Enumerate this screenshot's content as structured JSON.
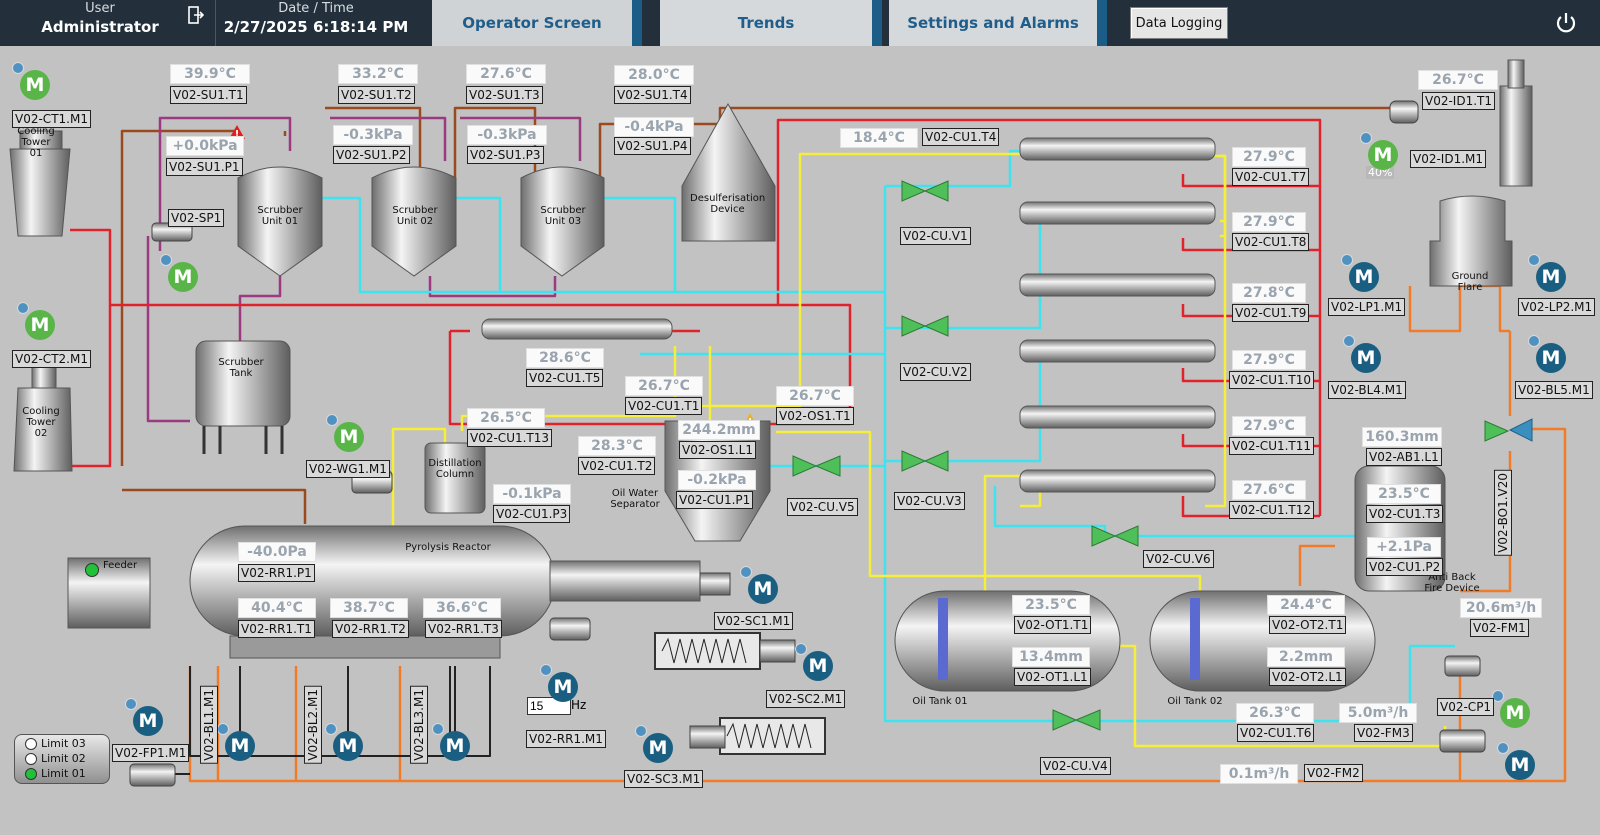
{
  "topbar": {
    "user_label": "User",
    "user_value": "Administrator",
    "dt_label": "Date / Time",
    "dt_value": "2/27/2025 6:18:14 PM",
    "tabs": [
      "Operator Screen",
      "Trends",
      "Settings and Alarms"
    ],
    "data_logging": "Data Logging"
  },
  "colors": {
    "water": "#3ee3f0",
    "gas": "#e0222a",
    "oil": "#f5ee3a",
    "flue": "#9a4a1e",
    "purple": "#9b3a80",
    "orange": "#f07c2a"
  },
  "equipment": {
    "cooling_tower_1": "Cooling Tower 01",
    "cooling_tower_2": "Cooling Tower 02",
    "scrubber_1": "Scrubber Unit 01",
    "scrubber_2": "Scrubber Unit 02",
    "scrubber_3": "Scrubber Unit 03",
    "desulf": "Desulferisation Device",
    "scrubber_tank": "Scrubber Tank",
    "distillation": "Distillation Column",
    "ows": "Oil Water Separator",
    "reactor": "Pyrolysis Reactor",
    "feeder": "Feeder",
    "ground_flare": "Ground Flare",
    "anti_back": "Anti Back Fire Device",
    "oil_tank_1": "Oil Tank 01",
    "oil_tank_2": "Oil Tank 02",
    "motor_letter": "M"
  },
  "limits": [
    "Limit 03",
    "Limit 02",
    "Limit 01"
  ],
  "id1_speed": "40%",
  "rr1_freq": "15",
  "hz_unit": "Hz",
  "readings": [
    {
      "tag": "V02-SU1.T1",
      "value": "39.9°C"
    },
    {
      "tag": "V02-SU1.T2",
      "value": "33.2°C"
    },
    {
      "tag": "V02-SU1.T3",
      "value": "27.6°C"
    },
    {
      "tag": "V02-SU1.T4",
      "value": "28.0°C"
    },
    {
      "tag": "V02-SU1.P1",
      "value": "+0.0kPa"
    },
    {
      "tag": "V02-SU1.P2",
      "value": "-0.3kPa"
    },
    {
      "tag": "V02-SU1.P3",
      "value": "-0.3kPa"
    },
    {
      "tag": "V02-SU1.P4",
      "value": "-0.4kPa"
    },
    {
      "tag": "V02-CU1.T4",
      "value": "18.4°C"
    },
    {
      "tag": "V02-ID1.T1",
      "value": "26.7°C"
    },
    {
      "tag": "V02-CU1.T7",
      "value": "27.9°C"
    },
    {
      "tag": "V02-CU1.T8",
      "value": "27.9°C"
    },
    {
      "tag": "V02-CU1.T9",
      "value": "27.8°C"
    },
    {
      "tag": "V02-CU1.T10",
      "value": "27.9°C"
    },
    {
      "tag": "V02-CU1.T11",
      "value": "27.9°C"
    },
    {
      "tag": "V02-CU1.T12",
      "value": "27.6°C"
    },
    {
      "tag": "V02-CU1.T5",
      "value": "28.6°C"
    },
    {
      "tag": "V02-CU1.T1",
      "value": "26.7°C"
    },
    {
      "tag": "V02-OS1.T1",
      "value": "26.7°C"
    },
    {
      "tag": "V02-CU1.T13",
      "value": "26.5°C"
    },
    {
      "tag": "V02-OS1.L1",
      "value": "244.2mm"
    },
    {
      "tag": "V02-CU1.T2",
      "value": "28.3°C"
    },
    {
      "tag": "V02-CU1.P1",
      "value": "-0.2kPa"
    },
    {
      "tag": "V02-CU1.P3",
      "value": "-0.1kPa"
    },
    {
      "tag": "V02-RR1.P1",
      "value": "-40.0Pa"
    },
    {
      "tag": "V02-RR1.T1",
      "value": "40.4°C"
    },
    {
      "tag": "V02-RR1.T2",
      "value": "38.7°C"
    },
    {
      "tag": "V02-RR1.T3",
      "value": "36.6°C"
    },
    {
      "tag": "V02-AB1.L1",
      "value": "160.3mm"
    },
    {
      "tag": "V02-CU1.T3",
      "value": "23.5°C"
    },
    {
      "tag": "V02-CU1.P2",
      "value": "+2.1Pa"
    },
    {
      "tag": "V02-OT1.T1",
      "value": "23.5°C"
    },
    {
      "tag": "V02-OT1.L1",
      "value": "13.4mm"
    },
    {
      "tag": "V02-OT2.T1",
      "value": "24.4°C"
    },
    {
      "tag": "V02-OT2.L1",
      "value": "2.2mm"
    },
    {
      "tag": "V02-FM1",
      "value": "20.6m³/h"
    },
    {
      "tag": "V02-CU1.T6",
      "value": "26.3°C"
    },
    {
      "tag": "V02-FM3",
      "value": "5.0m³/h"
    },
    {
      "tag": "V02-FM2",
      "value": "0.1m³/h"
    }
  ],
  "device_tags": {
    "ct1m1": "V02-CT1.M1",
    "ct2m1": "V02-CT2.M1",
    "sp1": "V02-SP1",
    "wg1m1": "V02-WG1.M1",
    "cuv1": "V02-CU.V1",
    "cuv2": "V02-CU.V2",
    "cuv3": "V02-CU.V3",
    "cuv4": "V02-CU.V4",
    "cuv5": "V02-CU.V5",
    "cuv6": "V02-CU.V6",
    "id1m1": "V02-ID1.M1",
    "lp1m1": "V02-LP1.M1",
    "lp2m1": "V02-LP2.M1",
    "bl4m1": "V02-BL4.M1",
    "bl5m1": "V02-BL5.M1",
    "bo1v20": "V02-BO1.V20",
    "cp1": "V02-CP1",
    "sc1m1": "V02-SC1.M1",
    "sc2m1": "V02-SC2.M1",
    "sc3m1": "V02-SC3.M1",
    "rr1m1": "V02-RR1.M1",
    "fp1m1": "V02-FP1.M1",
    "bl1m1": "V02-BL1.M1",
    "bl2m1": "V02-BL2.M1",
    "bl3m1": "V02-BL3.M1"
  }
}
